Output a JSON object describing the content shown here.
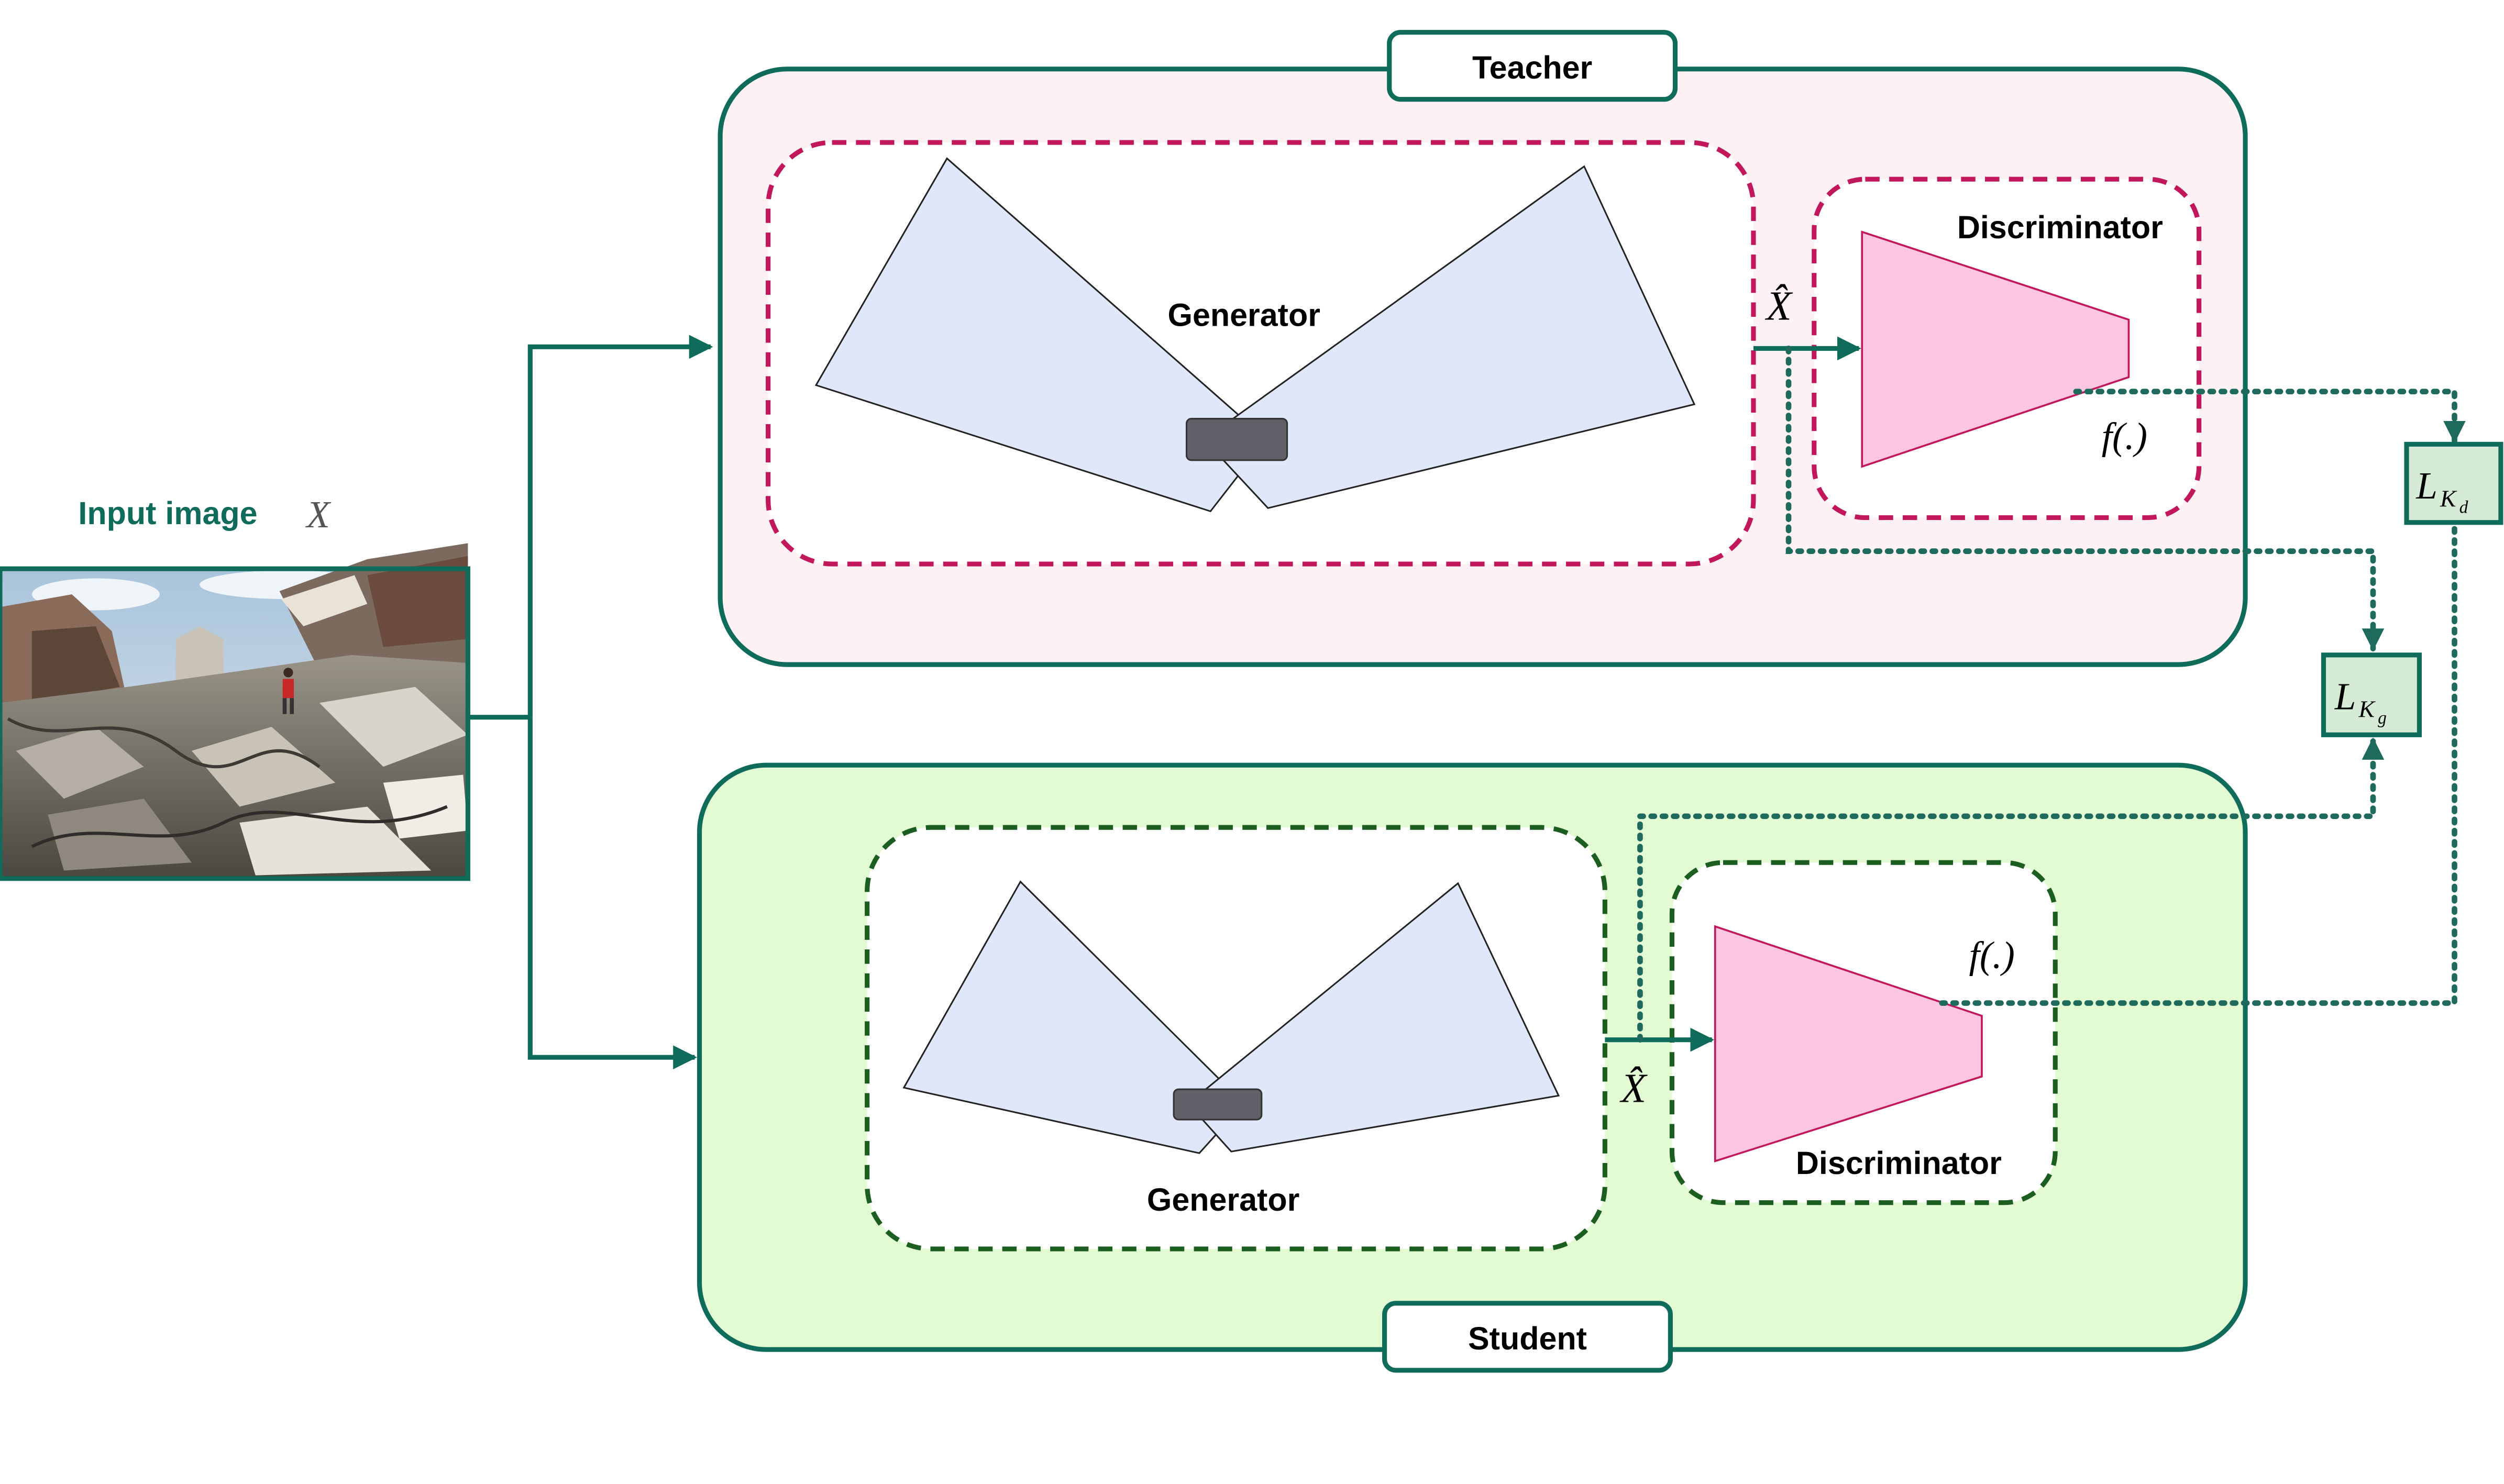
{
  "colors": {
    "teal": "#0f6b5a",
    "teacher_panel_fill": "#fdf1f4",
    "student_panel_fill": "#e2fbd2",
    "teacher_dash": "#c2185b",
    "student_dash": "#1b5e20",
    "generator_fill": "#e0e7fb",
    "discriminator_fill": "#fcc6e0",
    "discriminator_stroke": "#c2185b",
    "bottleneck_fill": "#5f6068",
    "loss_fill": "#d6ebd6",
    "dotted_arrow": "#1e6b5e"
  },
  "input": {
    "label": "Input image",
    "symbol": "X",
    "image_alt": "photo of earthquake rubble in a street with damaged buildings"
  },
  "teacher": {
    "title": "Teacher",
    "generator_label": "Generator",
    "discriminator_label": "Discriminator",
    "output_symbol": "X̂",
    "feature_fn": "f(.)"
  },
  "student": {
    "title": "Student",
    "generator_label": "Generator",
    "discriminator_label": "Discriminator",
    "output_symbol": "X̂",
    "feature_fn": "f(.)"
  },
  "losses": {
    "kd": {
      "base": "L",
      "sub": "K",
      "subsub": "d"
    },
    "kg": {
      "base": "L",
      "sub": "K",
      "subsub": "g"
    }
  }
}
